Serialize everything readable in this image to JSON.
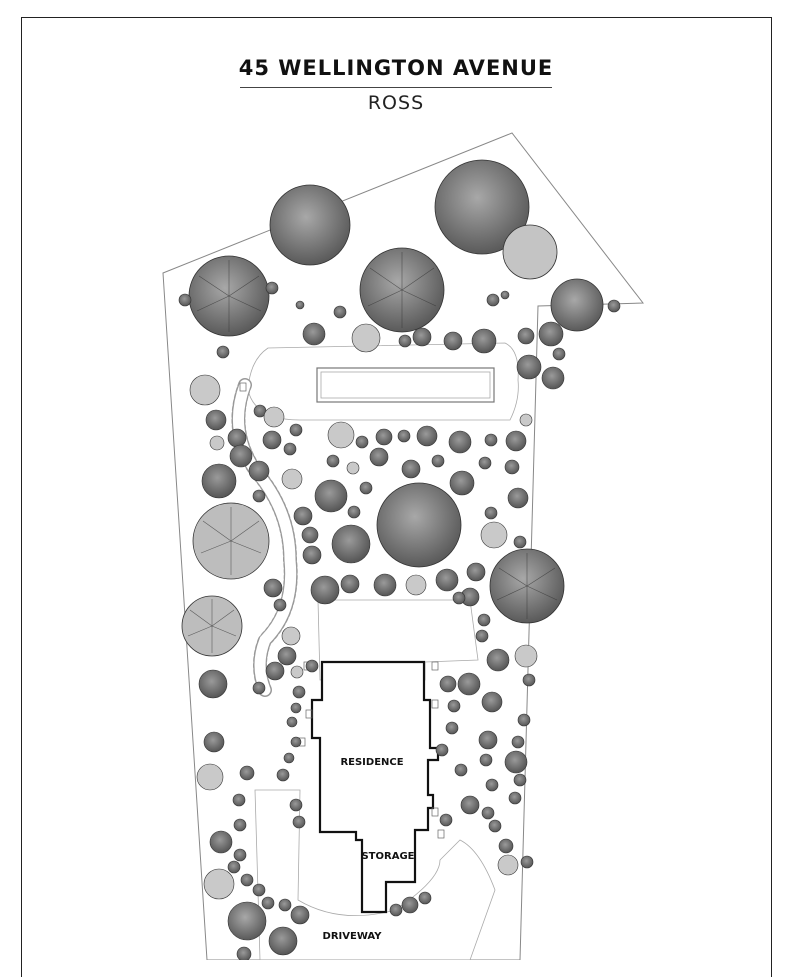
{
  "header": {
    "title": "45 WELLINGTON AVENUE",
    "subtitle": "ROSS"
  },
  "labels": {
    "residence": "RESIDENCE",
    "storage": "STORAGE",
    "driveway": "DRIVEWAY"
  },
  "colors": {
    "ink": "#111111",
    "tree_fill": "#8a8a8a",
    "tree_dark": "#5e5e5e",
    "tree_light": "#c9c9c9"
  }
}
